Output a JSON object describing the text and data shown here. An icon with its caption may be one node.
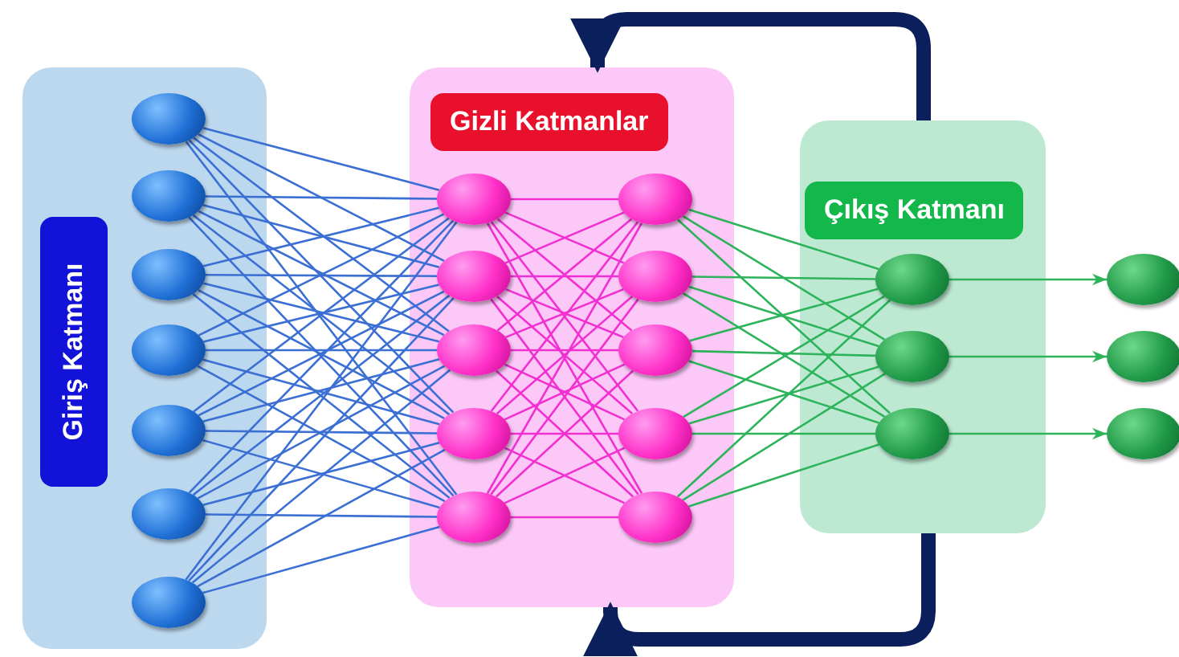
{
  "diagram": {
    "nodes": [
      {
        "text": [
          "Giriş Katmanı"
        ]
      },
      {
        "text": [
          "Gizli Katmanlar"
        ]
      },
      {
        "text": [
          "Çıkış Katmanı"
        ]
      },
      {
        "text": [],
        "shape": "circle",
        "in": 0
      },
      {
        "text": [],
        "shape": "circle",
        "in": 0
      },
      {
        "text": [],
        "shape": "circle",
        "in": 0
      },
      {
        "text": [],
        "shape": "circle",
        "in": 0
      },
      {
        "text": [],
        "shape": "circle",
        "in": 0
      },
      {
        "text": [],
        "shape": "circle",
        "in": 0
      },
      {
        "text": [],
        "shape": "circle",
        "in": 0
      },
      {
        "text": [],
        "shape": "circle",
        "in": 1
      },
      {
        "text": [],
        "shape": "circle",
        "in": 1
      },
      {
        "text": [],
        "shape": "circle",
        "in": 1
      },
      {
        "text": [],
        "shape": "circle",
        "in": 1
      },
      {
        "text": [],
        "shape": "circle",
        "in": 1
      },
      {
        "text": [],
        "shape": "circle",
        "in": 1
      },
      {
        "text": [],
        "shape": "circle",
        "in": 1
      },
      {
        "text": [],
        "shape": "circle",
        "in": 1
      },
      {
        "text": [],
        "shape": "circle",
        "in": 1
      },
      {
        "text": [],
        "shape": "circle",
        "in": 1
      },
      {
        "text": [],
        "shape": "circle",
        "in": 2
      },
      {
        "text": [],
        "shape": "circle",
        "in": 2
      },
      {
        "text": [],
        "shape": "circle",
        "in": 2
      },
      {
        "text": [],
        "shape": "circle"
      },
      {
        "text": [],
        "shape": "circle"
      },
      {
        "text": [],
        "shape": "circle"
      }
    ],
    "edges": [
      {
        "from": 3,
        "to": 10,
        "arrow": "none"
      },
      {
        "from": 3,
        "to": 11,
        "arrow": "none"
      },
      {
        "from": 3,
        "to": 12,
        "arrow": "none"
      },
      {
        "from": 3,
        "to": 13,
        "arrow": "none"
      },
      {
        "from": 3,
        "to": 14,
        "arrow": "none"
      },
      {
        "from": 4,
        "to": 10,
        "arrow": "none"
      },
      {
        "from": 4,
        "to": 11,
        "arrow": "none"
      },
      {
        "from": 4,
        "to": 12,
        "arrow": "none"
      },
      {
        "from": 4,
        "to": 13,
        "arrow": "none"
      },
      {
        "from": 4,
        "to": 14,
        "arrow": "none"
      },
      {
        "from": 5,
        "to": 10,
        "arrow": "none"
      },
      {
        "from": 5,
        "to": 11,
        "arrow": "none"
      },
      {
        "from": 5,
        "to": 12,
        "arrow": "none"
      },
      {
        "from": 5,
        "to": 13,
        "arrow": "none"
      },
      {
        "from": 5,
        "to": 14,
        "arrow": "none"
      },
      {
        "from": 6,
        "to": 10,
        "arrow": "none"
      },
      {
        "from": 6,
        "to": 11,
        "arrow": "none"
      },
      {
        "from": 6,
        "to": 12,
        "arrow": "none"
      },
      {
        "from": 6,
        "to": 13,
        "arrow": "none"
      },
      {
        "from": 6,
        "to": 14,
        "arrow": "none"
      },
      {
        "from": 7,
        "to": 10,
        "arrow": "none"
      },
      {
        "from": 7,
        "to": 11,
        "arrow": "none"
      },
      {
        "from": 7,
        "to": 12,
        "arrow": "none"
      },
      {
        "from": 7,
        "to": 13,
        "arrow": "none"
      },
      {
        "from": 7,
        "to": 14,
        "arrow": "none"
      },
      {
        "from": 8,
        "to": 10,
        "arrow": "none"
      },
      {
        "from": 8,
        "to": 11,
        "arrow": "none"
      },
      {
        "from": 8,
        "to": 12,
        "arrow": "none"
      },
      {
        "from": 8,
        "to": 13,
        "arrow": "none"
      },
      {
        "from": 8,
        "to": 14,
        "arrow": "none"
      },
      {
        "from": 9,
        "to": 10,
        "arrow": "none"
      },
      {
        "from": 9,
        "to": 11,
        "arrow": "none"
      },
      {
        "from": 9,
        "to": 12,
        "arrow": "none"
      },
      {
        "from": 9,
        "to": 13,
        "arrow": "none"
      },
      {
        "from": 9,
        "to": 14,
        "arrow": "none"
      },
      {
        "from": 10,
        "to": 15,
        "arrow": "none",
        "color": "#f030d0"
      },
      {
        "from": 10,
        "to": 16,
        "arrow": "none",
        "color": "#f030d0"
      },
      {
        "from": 10,
        "to": 17,
        "arrow": "none",
        "color": "#f030d0"
      },
      {
        "from": 10,
        "to": 18,
        "arrow": "none",
        "color": "#f030d0"
      },
      {
        "from": 10,
        "to": 19,
        "arrow": "none",
        "color": "#f030d0"
      },
      {
        "from": 11,
        "to": 15,
        "arrow": "none",
        "color": "#f030d0"
      },
      {
        "from": 11,
        "to": 16,
        "arrow": "none",
        "color": "#f030d0"
      },
      {
        "from": 11,
        "to": 17,
        "arrow": "none",
        "color": "#f030d0"
      },
      {
        "from": 11,
        "to": 18,
        "arrow": "none",
        "color": "#f030d0"
      },
      {
        "from": 11,
        "to": 19,
        "arrow": "none",
        "color": "#f030d0"
      },
      {
        "from": 12,
        "to": 15,
        "arrow": "none",
        "color": "#f030d0"
      },
      {
        "from": 12,
        "to": 16,
        "arrow": "none",
        "color": "#f030d0"
      },
      {
        "from": 12,
        "to": 17,
        "arrow": "none",
        "color": "#f030d0"
      },
      {
        "from": 12,
        "to": 18,
        "arrow": "none",
        "color": "#f030d0"
      },
      {
        "from": 12,
        "to": 19,
        "arrow": "none",
        "color": "#f030d0"
      },
      {
        "from": 13,
        "to": 15,
        "arrow": "none",
        "color": "#f030d0"
      },
      {
        "from": 13,
        "to": 16,
        "arrow": "none",
        "color": "#f030d0"
      },
      {
        "from": 13,
        "to": 17,
        "arrow": "none",
        "color": "#f030d0"
      },
      {
        "from": 13,
        "to": 18,
        "arrow": "none",
        "color": "#f030d0"
      },
      {
        "from": 13,
        "to": 19,
        "arrow": "none",
        "color": "#f030d0"
      },
      {
        "from": 14,
        "to": 15,
        "arrow": "none",
        "color": "#f030d0"
      },
      {
        "from": 14,
        "to": 16,
        "arrow": "none",
        "color": "#f030d0"
      },
      {
        "from": 14,
        "to": 17,
        "arrow": "none",
        "color": "#f030d0"
      },
      {
        "from": 14,
        "to": 18,
        "arrow": "none",
        "color": "#f030d0"
      },
      {
        "from": 14,
        "to": 19,
        "arrow": "none",
        "color": "#f030d0"
      },
      {
        "from": 15,
        "to": 20,
        "arrow": "none",
        "color": "#2db35a"
      },
      {
        "from": 15,
        "to": 21,
        "arrow": "none",
        "color": "#2db35a"
      },
      {
        "from": 15,
        "to": 22,
        "arrow": "none",
        "color": "#2db35a"
      },
      {
        "from": 16,
        "to": 20,
        "arrow": "none",
        "color": "#2db35a"
      },
      {
        "from": 16,
        "to": 21,
        "arrow": "none",
        "color": "#2db35a"
      },
      {
        "from": 16,
        "to": 22,
        "arrow": "none",
        "color": "#2db35a"
      },
      {
        "from": 17,
        "to": 20,
        "arrow": "none",
        "color": "#2db35a"
      },
      {
        "from": 17,
        "to": 21,
        "arrow": "none",
        "color": "#2db35a"
      },
      {
        "from": 17,
        "to": 22,
        "arrow": "none",
        "color": "#2db35a"
      },
      {
        "from": 18,
        "to": 20,
        "arrow": "none",
        "color": "#2db35a"
      },
      {
        "from": 18,
        "to": 21,
        "arrow": "none",
        "color": "#2db35a"
      },
      {
        "from": 18,
        "to": 22,
        "arrow": "none",
        "color": "#2db35a"
      },
      {
        "from": 19,
        "to": 20,
        "arrow": "none",
        "color": "#2db35a"
      },
      {
        "from": 19,
        "to": 21,
        "arrow": "none",
        "color": "#2db35a"
      },
      {
        "from": 19,
        "to": 22,
        "arrow": "none",
        "color": "#2db35a"
      },
      {
        "from": 20,
        "to": 23,
        "arrow": "to",
        "color": "#2db35a"
      },
      {
        "from": 21,
        "to": 24,
        "arrow": "to",
        "color": "#2db35a"
      },
      {
        "from": 22,
        "to": 25,
        "arrow": "to",
        "color": "#2db35a"
      },
      {
        "from": 2,
        "to": 1,
        "arrow": "to",
        "style": "thick",
        "color": "#0b1f5c"
      },
      {
        "from": 2,
        "to": 1,
        "arrow": "to",
        "style": "thick",
        "color": "#0b1f5c"
      }
    ]
  }
}
